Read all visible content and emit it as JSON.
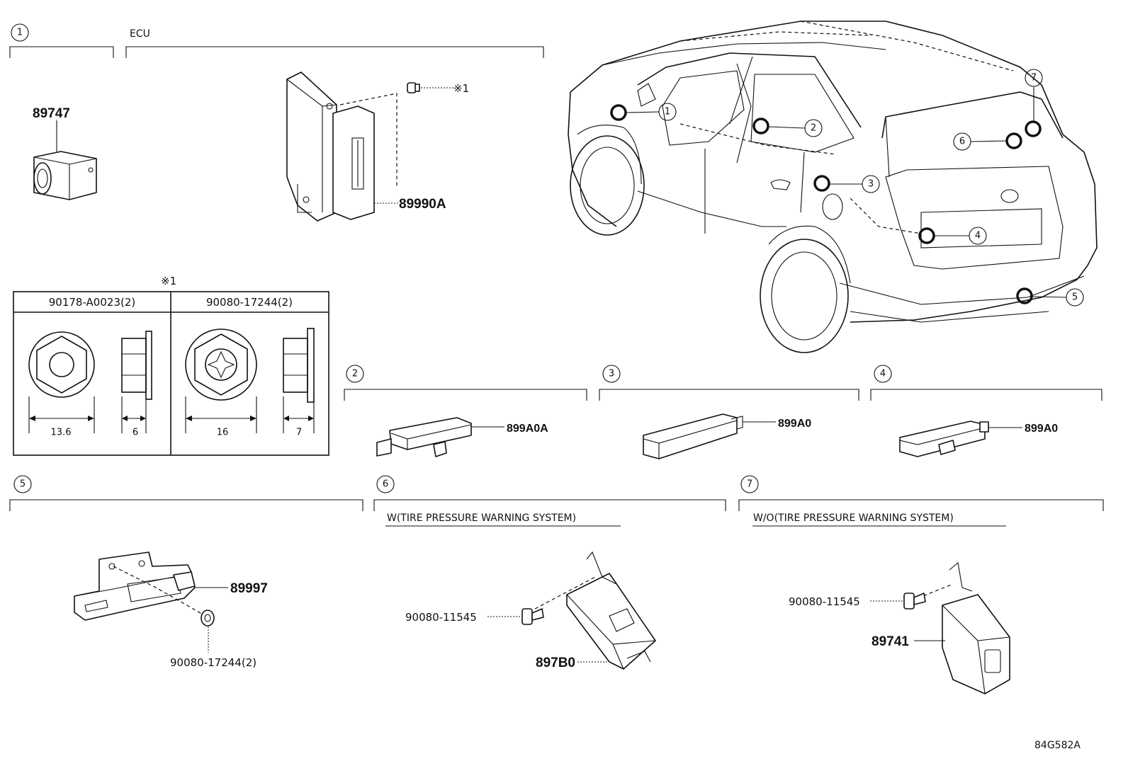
{
  "callouts": [
    "1",
    "2",
    "3",
    "4",
    "5",
    "6",
    "7"
  ],
  "section1": {
    "number": "1",
    "part": "89747"
  },
  "ecu": {
    "label": "ECU",
    "part": "89990A",
    "note": "※1"
  },
  "fastener_table": {
    "note": "※1",
    "col1": {
      "header": "90178-A0023(2)",
      "dim_a": "13.6",
      "dim_b": "6"
    },
    "col2": {
      "header": "90080-17244(2)",
      "dim_a": "16",
      "dim_b": "7"
    }
  },
  "section2": {
    "number": "2",
    "part": "899A0A"
  },
  "section3": {
    "number": "3",
    "part": "899A0"
  },
  "section4": {
    "number": "4",
    "part": "899A0"
  },
  "section5": {
    "number": "5",
    "part": "89997",
    "bolt": "90080-17244(2)"
  },
  "section6": {
    "number": "6",
    "caption": "W(TIRE PRESSURE WARNING SYSTEM)",
    "bolt": "90080-11545",
    "part": "897B0"
  },
  "section7": {
    "number": "7",
    "caption": "W/O(TIRE PRESSURE WARNING SYSTEM)",
    "bolt": "90080-11545",
    "part": "89741"
  },
  "figure_id": "84G582A"
}
